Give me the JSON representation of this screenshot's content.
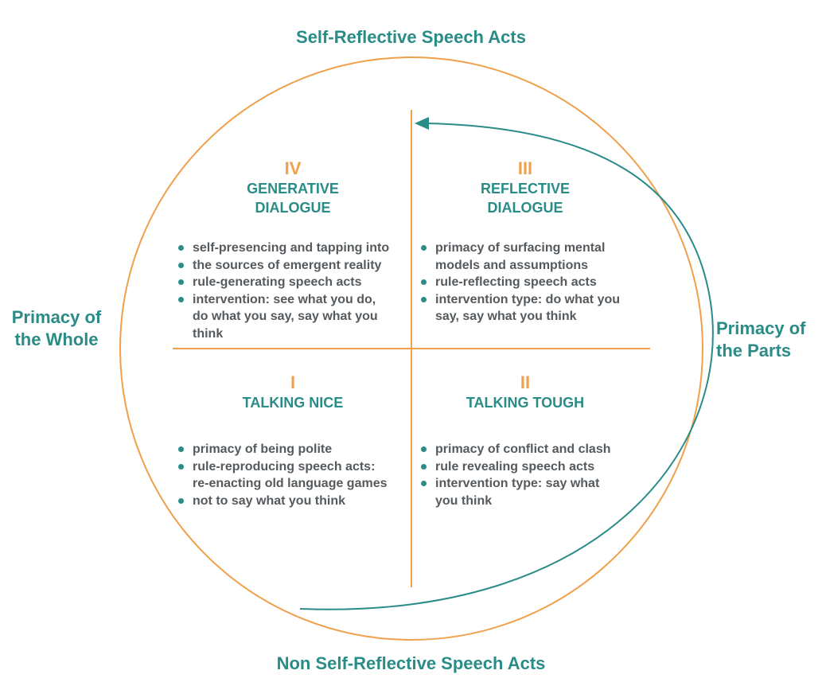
{
  "colors": {
    "teal": "#2a8c87",
    "orange": "#f0a04b",
    "text_gray": "#555a5e"
  },
  "axes": {
    "top": "Self-Reflective Speech Acts",
    "bottom": "Non Self-Reflective Speech Acts",
    "left": [
      "Primacy of",
      "the Whole"
    ],
    "right": [
      "Primacy of",
      "the Parts"
    ]
  },
  "quadrants": {
    "q4": {
      "numeral": "IV",
      "title": [
        "GENERATIVE",
        "DIALOGUE"
      ],
      "bullets": [
        [
          "self-presencing and tapping into"
        ],
        [
          "the sources of emergent reality"
        ],
        [
          "rule-generating speech acts"
        ],
        [
          "intervention: see what you do,",
          "do what you say, say what you",
          "think"
        ]
      ]
    },
    "q3": {
      "numeral": "III",
      "title": [
        "REFLECTIVE",
        "DIALOGUE"
      ],
      "bullets": [
        [
          "primacy of surfacing mental",
          "models and assumptions"
        ],
        [
          "rule-reflecting speech acts"
        ],
        [
          "intervention type: do what you",
          "say, say what you think"
        ]
      ]
    },
    "q1": {
      "numeral": "I",
      "title": [
        "TALKING NICE"
      ],
      "bullets": [
        [
          "primacy of being polite"
        ],
        [
          "rule-reproducing speech acts:",
          "re-enacting old language games"
        ],
        [
          "not to say what you think"
        ]
      ]
    },
    "q2": {
      "numeral": "II",
      "title": [
        "TALKING TOUGH"
      ],
      "bullets": [
        [
          "primacy of conflict and clash"
        ],
        [
          "rule revealing speech acts"
        ],
        [
          "intervention type: say what",
          "you think"
        ]
      ]
    }
  }
}
